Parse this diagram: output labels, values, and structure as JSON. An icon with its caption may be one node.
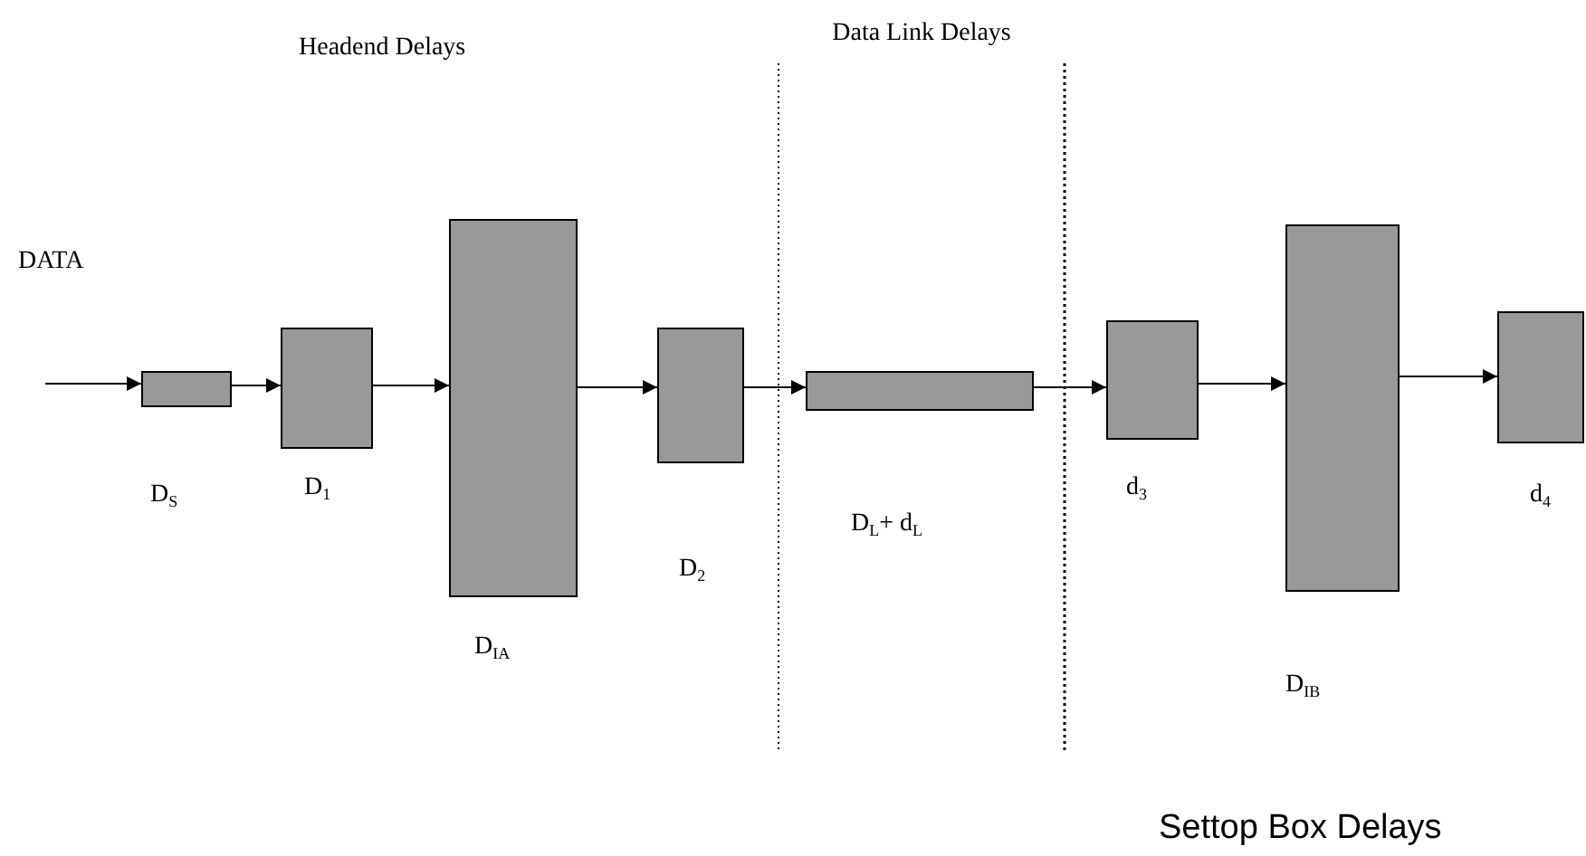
{
  "diagram": {
    "nodes": [
      {
        "text": [],
        "shape": "box",
        "beside": [
          "D$_{S}$"
        ]
      },
      {
        "text": [],
        "shape": "box",
        "beside": [
          "D$_{1}$"
        ]
      },
      {
        "text": [],
        "shape": "box",
        "beside": [
          "D$_{IA}$"
        ]
      },
      {
        "text": [],
        "shape": "box",
        "beside": [
          "D$_{2}$"
        ]
      },
      {
        "text": [],
        "shape": "box",
        "beside": [
          "D$_{L}$+ d$_{L}$"
        ]
      },
      {
        "text": [],
        "shape": "box",
        "beside": [
          "d$_{3}$"
        ]
      },
      {
        "text": [],
        "shape": "box",
        "beside": [
          "D$_{IB}$"
        ]
      },
      {
        "text": [],
        "shape": "box",
        "beside": [
          "d$_{4}$"
        ]
      }
    ],
    "edges": [
      {
        "from": null,
        "to": 0,
        "arrow": "to"
      },
      {
        "from": 0,
        "to": 1,
        "arrow": "to"
      },
      {
        "from": 1,
        "to": 2,
        "arrow": "to"
      },
      {
        "from": 2,
        "to": 3,
        "arrow": "to"
      },
      {
        "from": 3,
        "to": 4,
        "arrow": "to"
      },
      {
        "from": 4,
        "to": 5,
        "arrow": "to"
      },
      {
        "from": 5,
        "to": 6,
        "arrow": "to"
      },
      {
        "from": 6,
        "to": 7,
        "arrow": "to"
      }
    ],
    "labels": [
      "Headend Delays",
      "Data Link Delays",
      "DATA",
      "Settop Box Delays"
    ]
  }
}
